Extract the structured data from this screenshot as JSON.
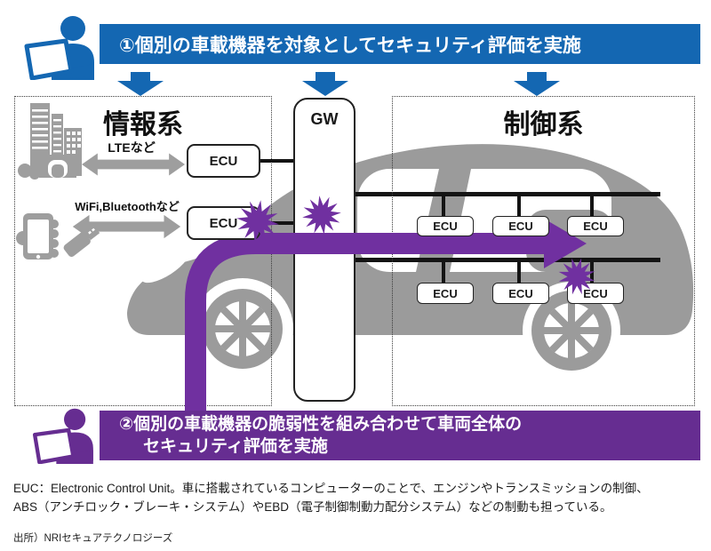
{
  "step1": {
    "label": "①個別の車載機器を対象としてセキュリティ評価を実施"
  },
  "step2": {
    "line1": "②個別の車載機器の脆弱性を組み合わせて車両全体の",
    "line2": "セキュリティ評価を実施"
  },
  "info_domain": {
    "title": "情報系",
    "ecu_label": "ECU",
    "links": [
      {
        "label": "LTEなど"
      },
      {
        "label": "WiFi,Bluetoothなど"
      }
    ]
  },
  "gateway": {
    "label": "GW"
  },
  "control_domain": {
    "title": "制御系",
    "ecu_label": "ECU"
  },
  "footnote": {
    "line1": "EUC：Electronic Control Unit。車に搭載されているコンピューターのことで、エンジンやトランスミッションの制御、",
    "line2": "ABS（アンチロック・ブレーキ・システム）やEBD（電子制御制動力配分システム）などの制動も担っている。"
  },
  "source": "出所）NRIセキュアテクノロジーズ",
  "colors": {
    "blue": "#1467b2",
    "purple_dark": "#662d91",
    "purple": "#7030a0",
    "gray_icon": "#9e9e9e",
    "gray_car": "#9b9b9b"
  }
}
